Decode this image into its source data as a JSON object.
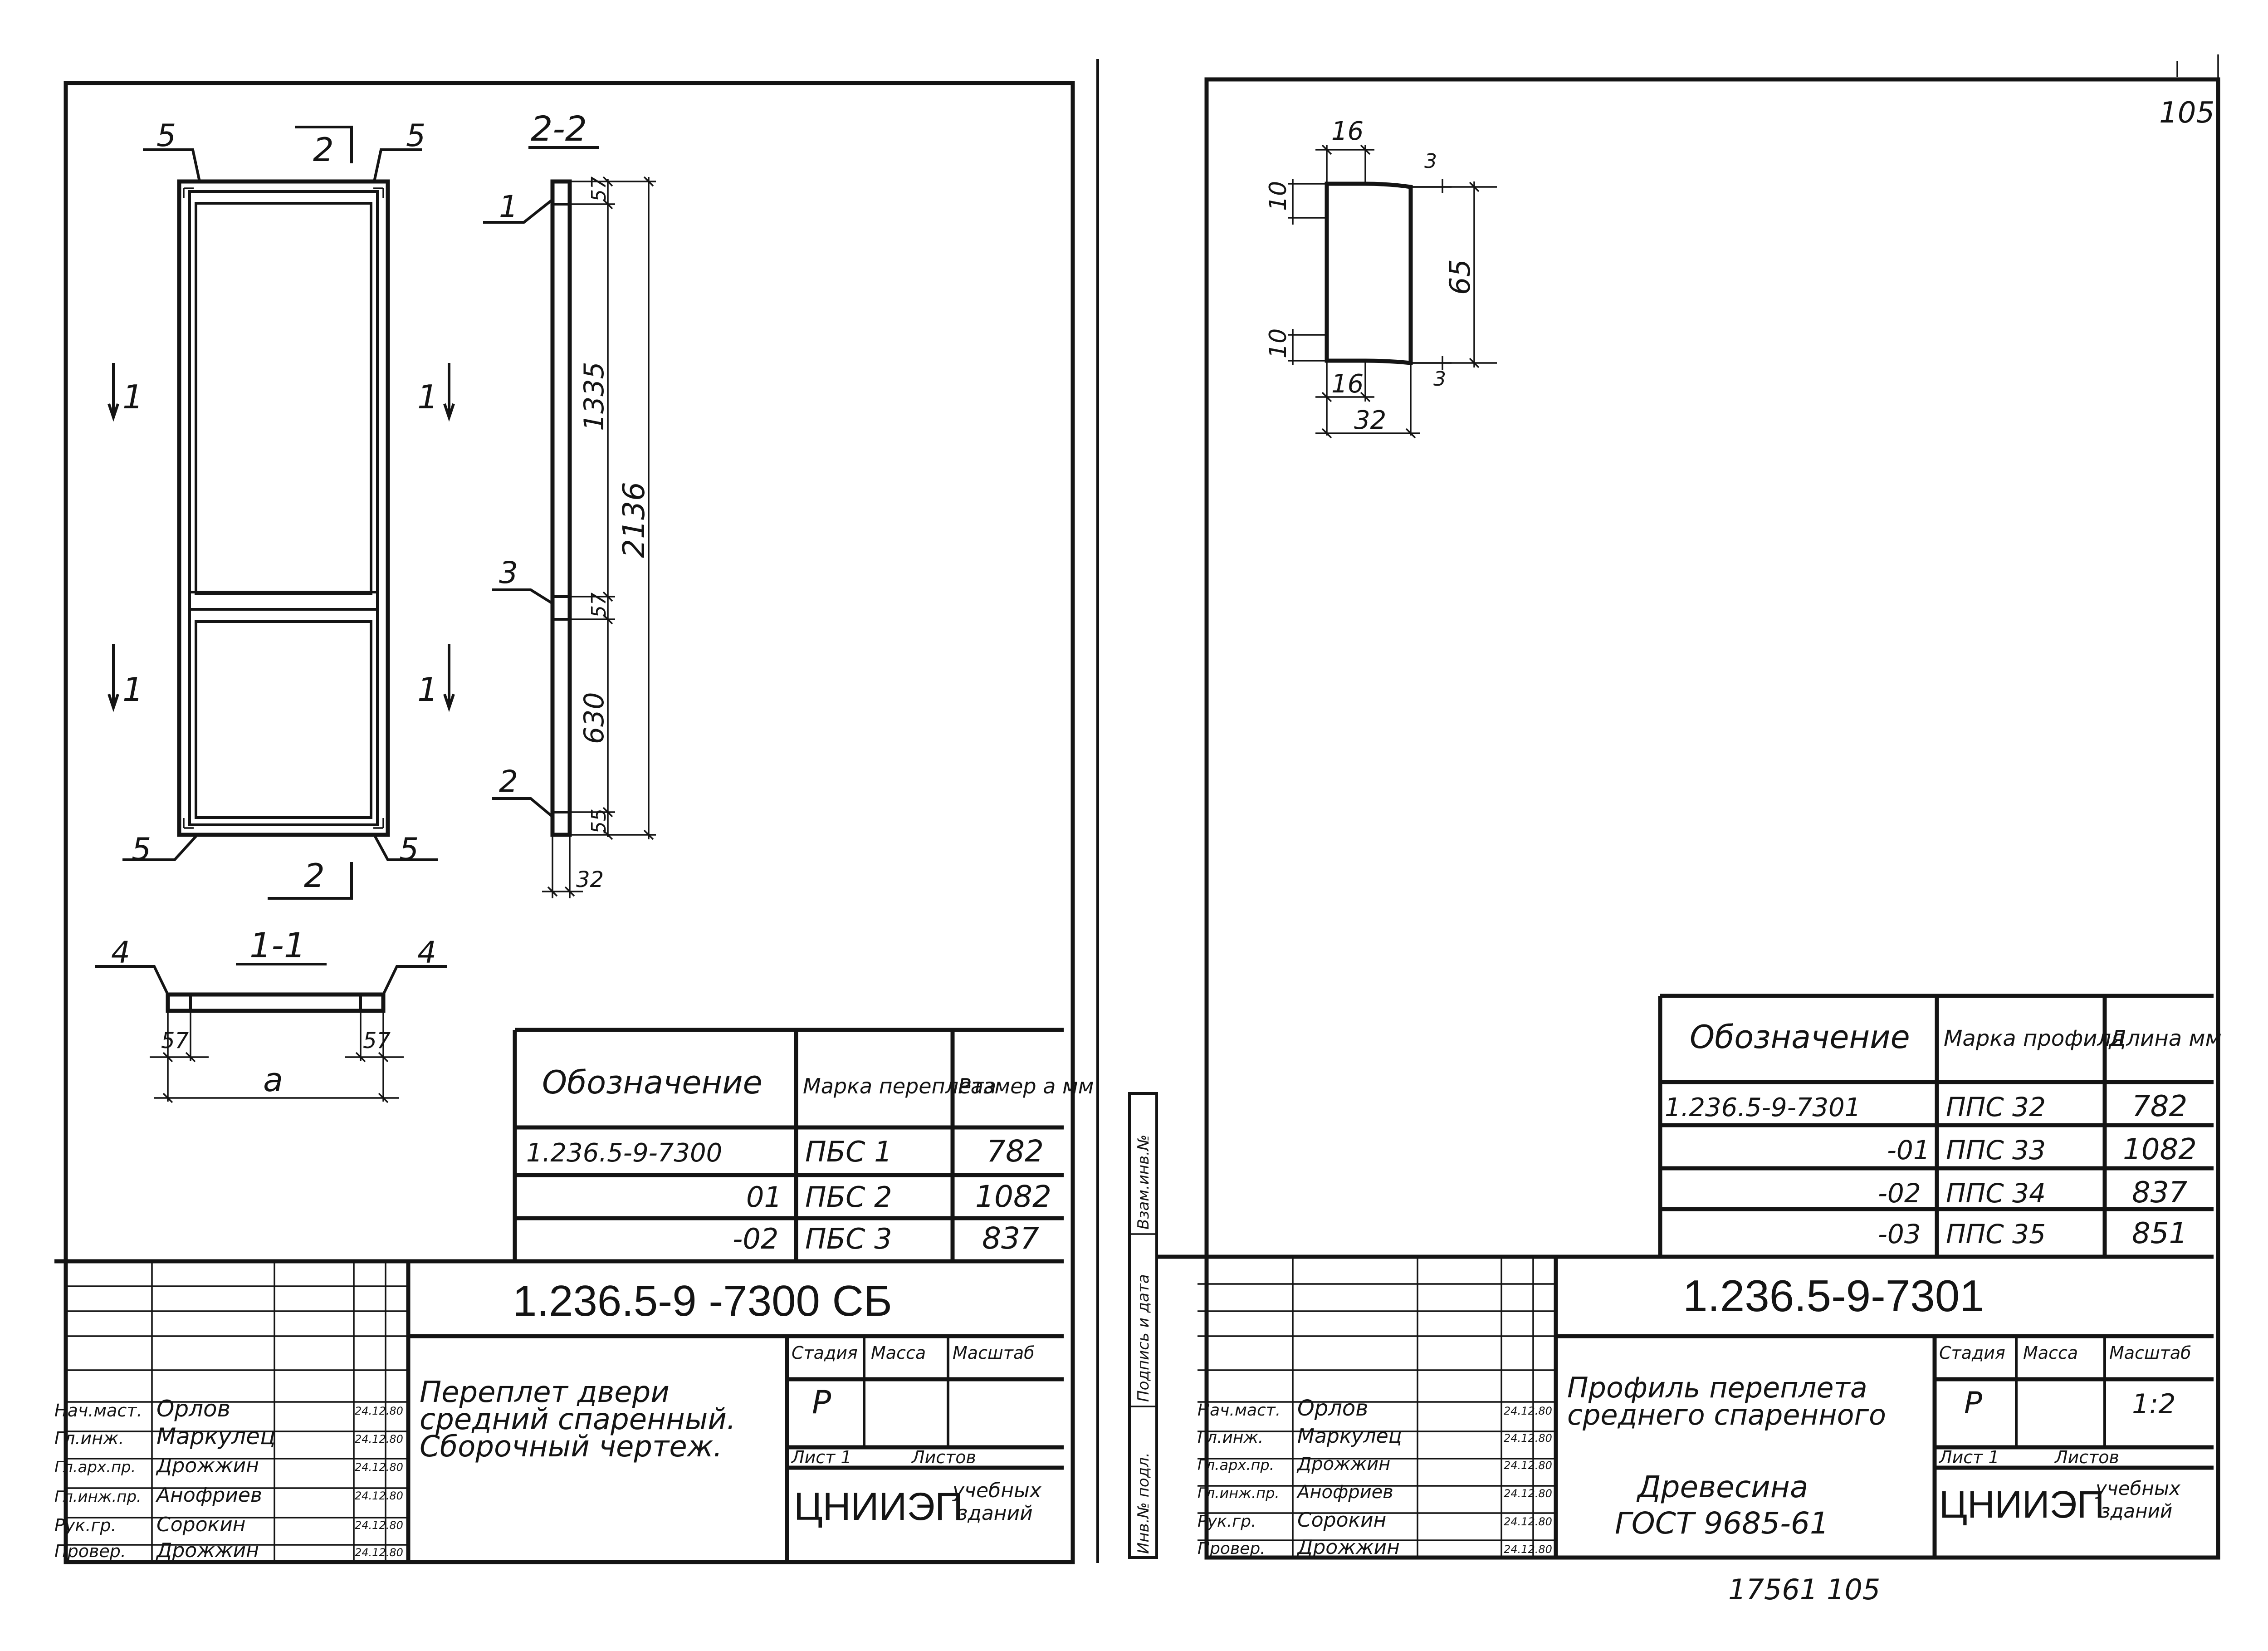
{
  "page_number": "105",
  "bottom_stamp": "17561   105",
  "left_sheet": {
    "view_label_22": "2-2",
    "view_label_11": "1-1",
    "section_marks": {
      "s1": "1",
      "s2": "2",
      "s5": "5"
    },
    "callouts": [
      "1",
      "2",
      "3",
      "4",
      "5"
    ],
    "dims_22": [
      "57",
      "1335",
      "2136",
      "57",
      "630",
      "55",
      "32"
    ],
    "dims_11": [
      "57",
      "57",
      "a"
    ],
    "spec_table": {
      "headers": [
        "Обозначение",
        "Марка переплета",
        "Размер а мм"
      ],
      "rows": [
        [
          "1.236.5-9-7300",
          "ПБС 1",
          "782"
        ],
        [
          "01",
          "ПБС 2",
          "1082"
        ],
        [
          "-02",
          "ПБС 3",
          "837"
        ]
      ]
    },
    "title_block": {
      "code": "1.236.5-9 -7300 СБ",
      "title_lines": [
        "Переплет двери",
        "средний спаренный.",
        "Сборочный чертеж."
      ],
      "stage_header": "Стадия",
      "mass_header": "Масса",
      "scale_header": "Масштаб",
      "stage": "Р",
      "sheet_label": "Лист 1",
      "sheets_label": "Листов",
      "org_main": "ЦНИИЭП",
      "org_sub": [
        "учебных",
        "зданий"
      ],
      "staff": [
        {
          "role": "Нач.маст.",
          "name": "Орлов",
          "date": "24.12.80"
        },
        {
          "role": "Гл.инж.",
          "name": "Маркулец",
          "date": "24.12.80"
        },
        {
          "role": "Гл.арх.пр.",
          "name": "Дрожжин",
          "date": "24.12.80"
        },
        {
          "role": "Гл.инж.пр.",
          "name": "Анофриев",
          "date": "24.12.80"
        },
        {
          "role": "Рук.гр.",
          "name": "Сорокин",
          "date": "24.12.80"
        },
        {
          "role": "Провер.",
          "name": "Дрожжин",
          "date": "24.12.80"
        }
      ]
    }
  },
  "right_sheet": {
    "profile_dims": [
      "16",
      "3",
      "10",
      "65",
      "10",
      "16",
      "3",
      "32"
    ],
    "spec_table": {
      "headers": [
        "Обозначение",
        "Марка профиля",
        "Длина мм"
      ],
      "rows": [
        [
          "1.236.5-9-7301",
          "ППС 32",
          "782"
        ],
        [
          "-01",
          "ППС 33",
          "1082"
        ],
        [
          "-02",
          "ППС 34",
          "837"
        ],
        [
          "-03",
          "ППС 35",
          "851"
        ]
      ]
    },
    "side_stamp": [
      "Инв.№ подл.",
      "Подпись и дата",
      "Взам.инв.№"
    ],
    "title_block": {
      "code": "1.236.5-9-7301",
      "title_lines": [
        "Профиль переплета",
        "среднего спаренного"
      ],
      "material_lines": [
        "Древесина",
        "ГОСТ 9685-61"
      ],
      "stage_header": "Стадия",
      "mass_header": "Масса",
      "scale_header": "Масштаб",
      "stage": "Р",
      "scale": "1:2",
      "sheet_label": "Лист 1",
      "sheets_label": "Листов",
      "org_main": "ЦНИИЭП",
      "org_sub": [
        "учебных",
        "зданий"
      ],
      "staff": [
        {
          "role": "Нач.маст.",
          "name": "Орлов",
          "date": "24.12.80"
        },
        {
          "role": "Гл.инж.",
          "name": "Маркулец",
          "date": "24.12.80"
        },
        {
          "role": "Гл.арх.пр.",
          "name": "Дрожжин",
          "date": "24.12.80"
        },
        {
          "role": "Гл.инж.пр.",
          "name": "Анофриев",
          "date": "24.12.80"
        },
        {
          "role": "Рук.гр.",
          "name": "Сорокин",
          "date": "24.12.80"
        },
        {
          "role": "Провер.",
          "name": "Дрожжин",
          "date": "24.12.80"
        }
      ]
    }
  }
}
